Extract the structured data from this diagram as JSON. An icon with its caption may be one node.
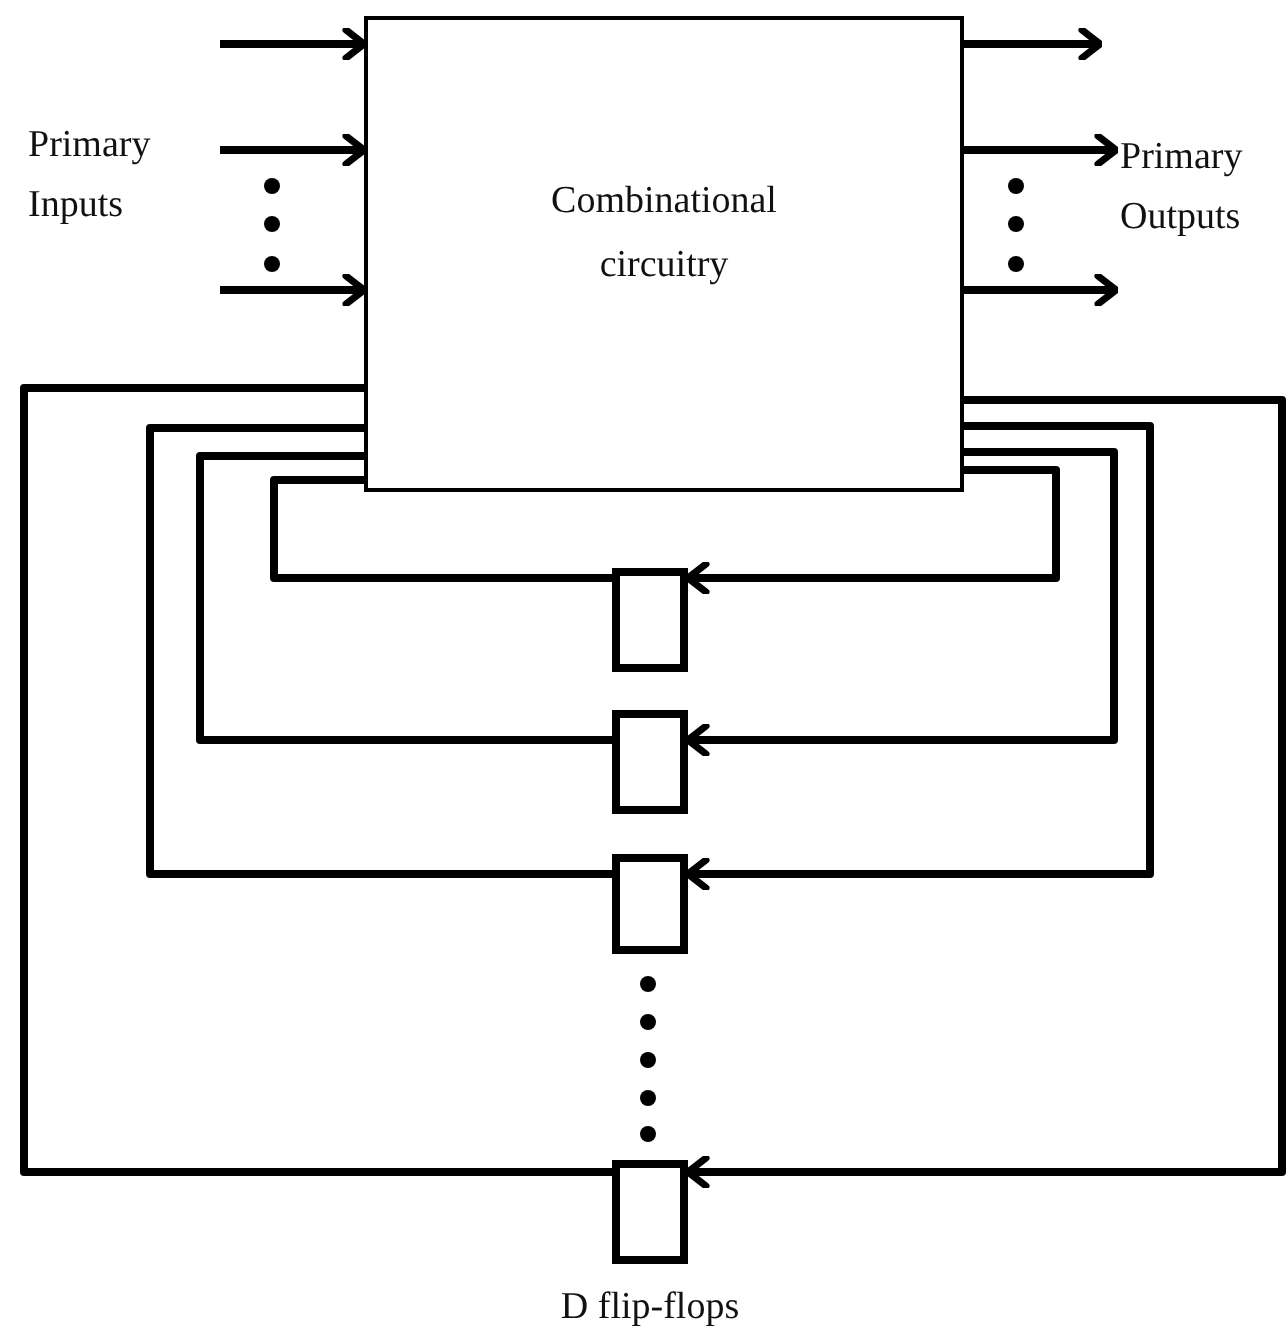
{
  "diagram": {
    "nodes": [
      {
        "text": [
          "Combinational circuitry"
        ]
      },
      {
        "text": [],
        "shape": "box"
      },
      {
        "text": [],
        "shape": "box"
      },
      {
        "text": [],
        "shape": "box"
      },
      {
        "text": [],
        "shape": "box"
      },
      {
        "text": [
          "Primary Inputs"
        ]
      },
      {
        "text": [
          "Primary Outputs"
        ]
      }
    ],
    "edges": [
      {
        "from": null,
        "to": 0,
        "arrow": "to"
      },
      {
        "from": 5,
        "to": 0,
        "arrow": "to"
      },
      {
        "from": null,
        "to": 0,
        "arrow": "to"
      },
      {
        "from": 0,
        "to": null,
        "arrow": "to"
      },
      {
        "from": 0,
        "to": 6,
        "arrow": "to"
      },
      {
        "from": 0,
        "to": 6,
        "arrow": "to"
      },
      {
        "from": 0,
        "to": 1,
        "arrow": "to"
      },
      {
        "from": 1,
        "to": 0,
        "arrow": "none"
      },
      {
        "from": 0,
        "to": 2,
        "arrow": "to"
      },
      {
        "from": 2,
        "to": 0,
        "arrow": "none"
      },
      {
        "from": 0,
        "to": 3,
        "arrow": "to"
      },
      {
        "from": 3,
        "to": 0,
        "arrow": "none"
      },
      {
        "from": 0,
        "to": 4,
        "arrow": "to"
      },
      {
        "from": 4,
        "to": 0,
        "arrow": "none"
      }
    ],
    "labels": [
      "D flip-flops"
    ]
  }
}
